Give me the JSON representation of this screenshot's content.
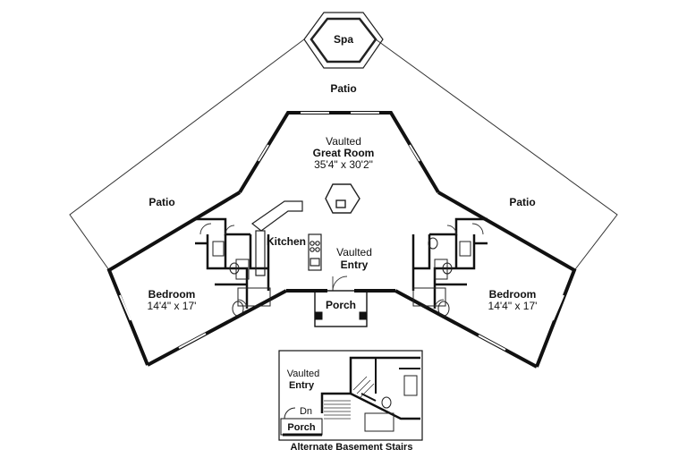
{
  "labels": {
    "spa": "Spa",
    "patio_top": "Patio",
    "patio_left": "Patio",
    "patio_right": "Patio",
    "great_room_vaulted": "Vaulted",
    "great_room_name": "Great Room",
    "great_room_size": "35'4\" x 30'2\"",
    "kitchen": "Kitchen",
    "entry_vaulted": "Vaulted",
    "entry_name": "Entry",
    "porch": "Porch",
    "bedroom_left_name": "Bedroom",
    "bedroom_left_size": "14'4\" x 17'",
    "bedroom_right_name": "Bedroom",
    "bedroom_right_size": "14'4\" x 17'"
  },
  "inset": {
    "vaulted": "Vaulted",
    "entry": "Entry",
    "dn": "Dn",
    "porch": "Porch",
    "caption": "Alternate Basement Stairs"
  }
}
